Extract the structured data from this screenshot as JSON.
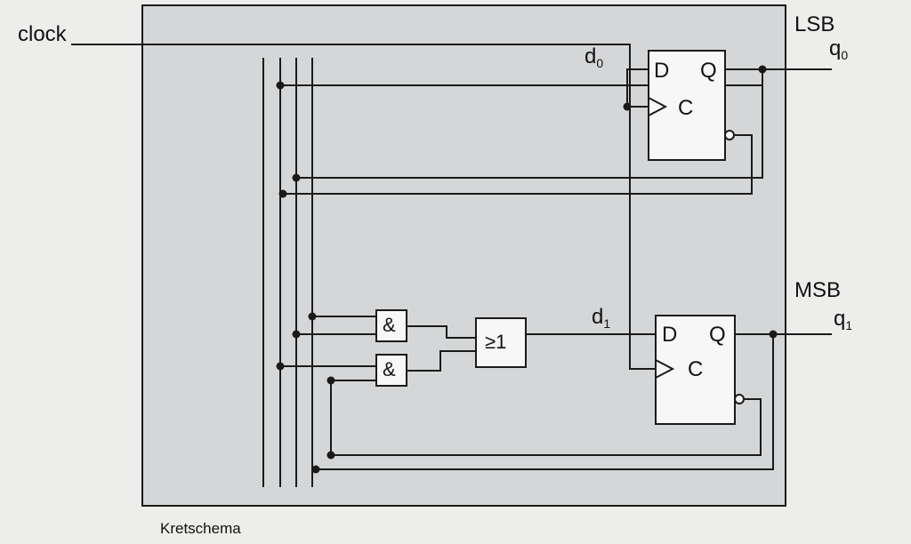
{
  "diagram": {
    "caption": "Kretschema",
    "signals": {
      "clock": "clock",
      "lsb": "LSB",
      "msb": "MSB",
      "d0": {
        "base": "d",
        "sub": "0"
      },
      "d1": {
        "base": "d",
        "sub": "1"
      },
      "q0": {
        "base": "q",
        "sub": "0"
      },
      "q1": {
        "base": "q",
        "sub": "1"
      }
    },
    "flipflops": [
      {
        "name": "ff-lsb",
        "d_label": "D",
        "q_label": "Q",
        "c_label": "C"
      },
      {
        "name": "ff-msb",
        "d_label": "D",
        "q_label": "Q",
        "c_label": "C"
      }
    ],
    "gates": {
      "and_label": "&",
      "or_label": "≥1"
    }
  }
}
